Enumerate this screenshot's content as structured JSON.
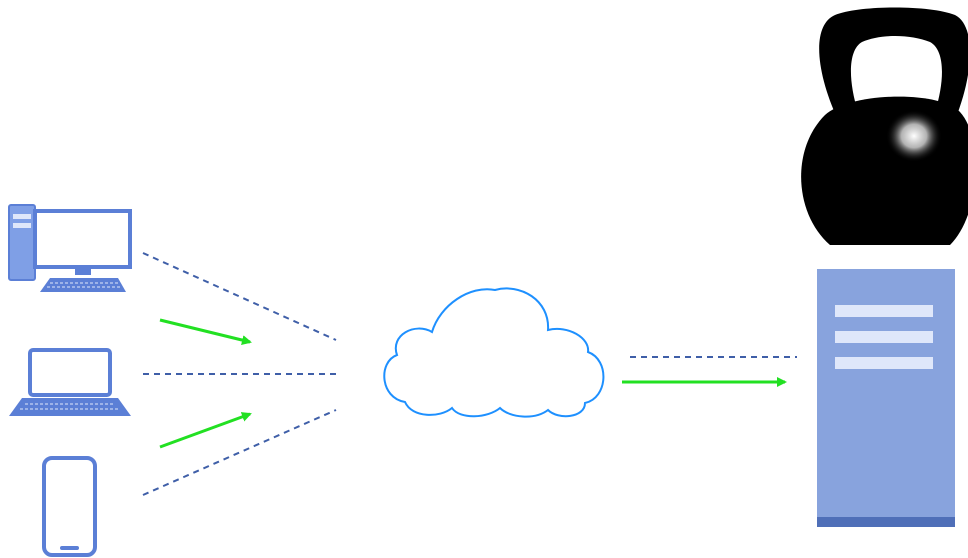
{
  "diagram": {
    "description_free": true,
    "nodes": [
      {
        "id": "desktop",
        "icon": "desktop-computer-icon"
      },
      {
        "id": "laptop",
        "icon": "laptop-icon"
      },
      {
        "id": "phone",
        "icon": "smartphone-icon"
      },
      {
        "id": "cloud",
        "icon": "cloud-icon"
      },
      {
        "id": "kettlebell",
        "icon": "kettlebell-icon"
      },
      {
        "id": "server",
        "icon": "server-tower-icon"
      }
    ],
    "connections": [
      {
        "from": "desktop",
        "to": "cloud",
        "style": "dashed"
      },
      {
        "from": "laptop",
        "to": "cloud",
        "style": "dashed"
      },
      {
        "from": "phone",
        "to": "cloud",
        "style": "dashed"
      },
      {
        "from": "cloud",
        "to": "server",
        "style": "dashed"
      }
    ],
    "flows": [
      {
        "direction": "clients-to-cloud",
        "style": "arrow"
      },
      {
        "direction": "clients-to-cloud",
        "style": "arrow"
      },
      {
        "direction": "cloud-to-server",
        "style": "arrow"
      }
    ]
  },
  "colors": {
    "device_blue": "#5b7fd6",
    "device_fill": "#7f9fe6",
    "dashed_line": "#3f5fa8",
    "cloud_stroke": "#1e90ff",
    "flow_arrow": "#22e022",
    "server_body": "#88a3dd",
    "server_slot": "#dfe7fa",
    "server_base": "#4f6fb8",
    "kettlebell": "#000000"
  }
}
